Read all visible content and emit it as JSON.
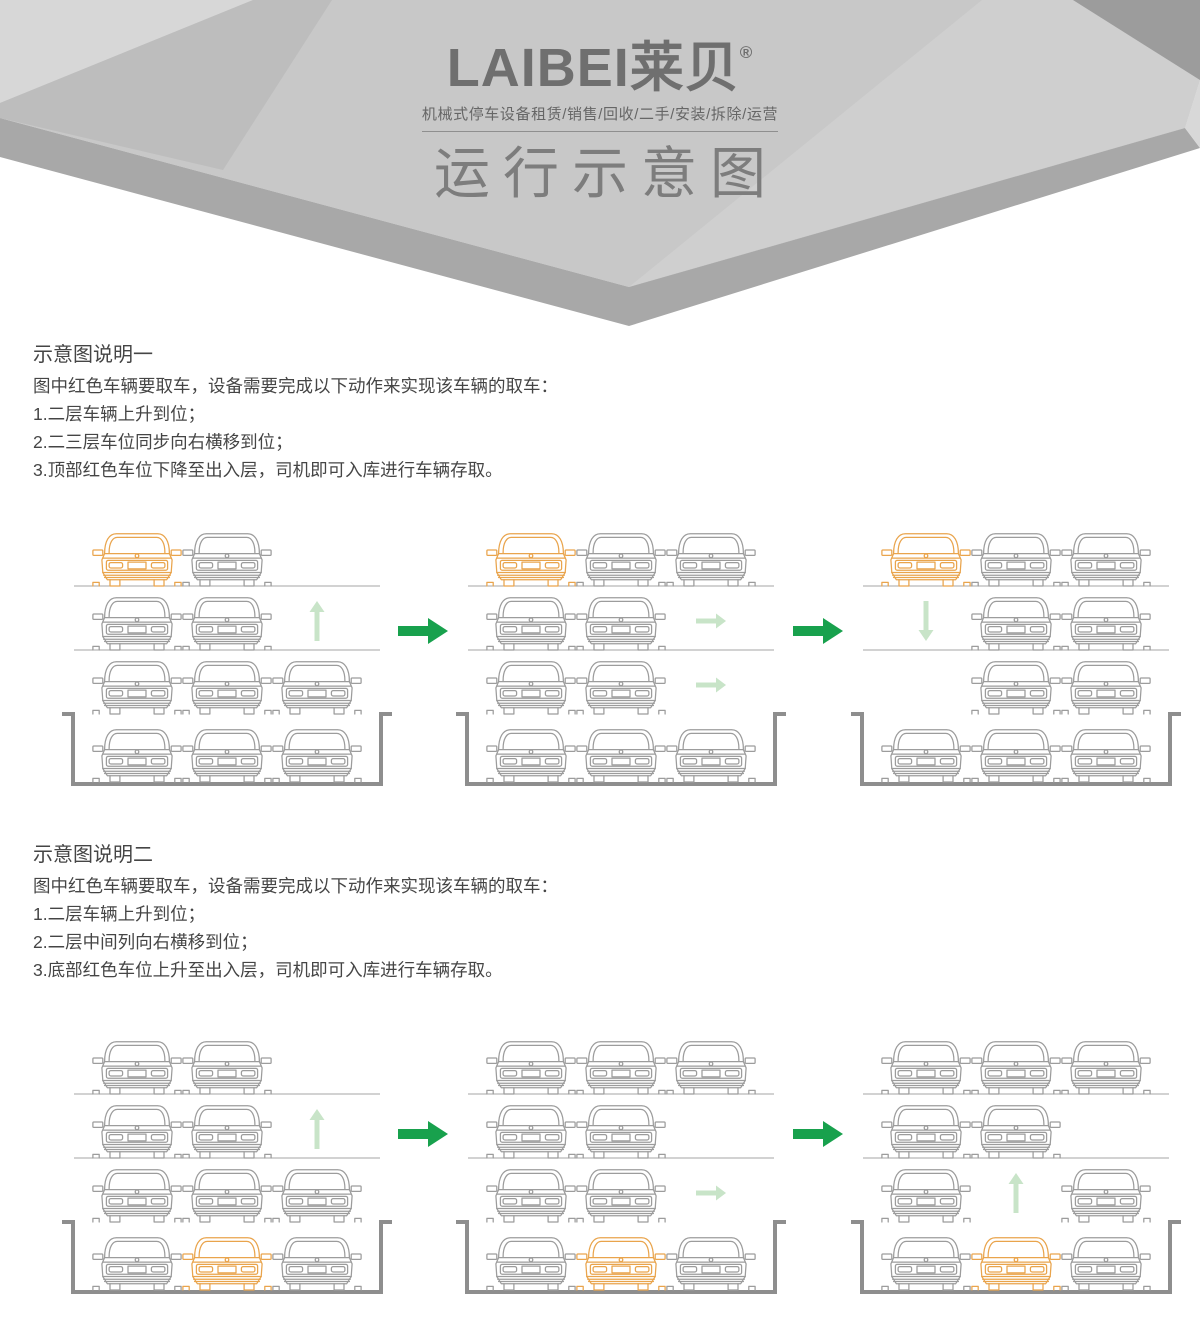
{
  "header": {
    "logo_text": "LAIBEI莱贝",
    "registered_mark": "®",
    "tagline": "机械式停车设备租赁/销售/回收/二手/安装/拆除/运营",
    "page_title": "运行示意图"
  },
  "colors": {
    "car_gray": "#9c9c9c",
    "car_highlight": "#e9a44c",
    "level_line": "#a6a6a6",
    "pit_gray": "#8e8e8e",
    "pale_green_arrow": "#c8e4c8",
    "flow_green_arrow": "#18a14d",
    "text_gray": "#454545",
    "header_face": "#c8c8c8",
    "header_rim": "#a8a8a8"
  },
  "sections": [
    {
      "heading": "示意图说明一",
      "intro": "图中红色车辆要取车，设备需要完成以下动作来实现该车辆的取车：",
      "steps": [
        "1.二层车辆上升到位；",
        "2.二三层车位同步向右横移到位；",
        "3.顶部红色车位下降至出入层，司机即可入库进行车辆存取。"
      ],
      "diagrams": [
        {
          "levels": [
            [
              "target",
              "car",
              null
            ],
            [
              "car",
              "car",
              "arrow-up"
            ],
            [
              "car",
              "car",
              "car"
            ],
            [
              "car",
              "car",
              "car"
            ]
          ]
        },
        {
          "levels": [
            [
              "target",
              "car",
              "car"
            ],
            [
              "car",
              "car",
              "arrow-right"
            ],
            [
              "car",
              "car",
              "arrow-right"
            ],
            [
              "car",
              "car",
              "car"
            ]
          ]
        },
        {
          "levels": [
            [
              "target",
              "car",
              "car"
            ],
            [
              "arrow-down",
              "car",
              "car"
            ],
            [
              null,
              "car",
              "car"
            ],
            [
              "car",
              "car",
              "car"
            ]
          ]
        }
      ]
    },
    {
      "heading": "示意图说明二",
      "intro": "图中红色车辆要取车，设备需要完成以下动作来实现该车辆的取车：",
      "steps": [
        "1.二层车辆上升到位；",
        "2.二层中间列向右横移到位；",
        "3.底部红色车位上升至出入层，司机即可入库进行车辆存取。"
      ],
      "diagrams": [
        {
          "levels": [
            [
              "car",
              "car",
              null
            ],
            [
              "car",
              "car",
              "arrow-up"
            ],
            [
              "car",
              "car",
              "car"
            ],
            [
              "car",
              "target",
              "car"
            ]
          ]
        },
        {
          "levels": [
            [
              "car",
              "car",
              "car"
            ],
            [
              "car",
              "car",
              null
            ],
            [
              "car",
              "car",
              "arrow-right"
            ],
            [
              "car",
              "target",
              "car"
            ]
          ]
        },
        {
          "levels": [
            [
              "car",
              "car",
              "car"
            ],
            [
              "car",
              "car",
              null
            ],
            [
              "car",
              "arrow-up",
              "car"
            ],
            [
              "car",
              "target",
              "car"
            ]
          ]
        }
      ]
    }
  ]
}
